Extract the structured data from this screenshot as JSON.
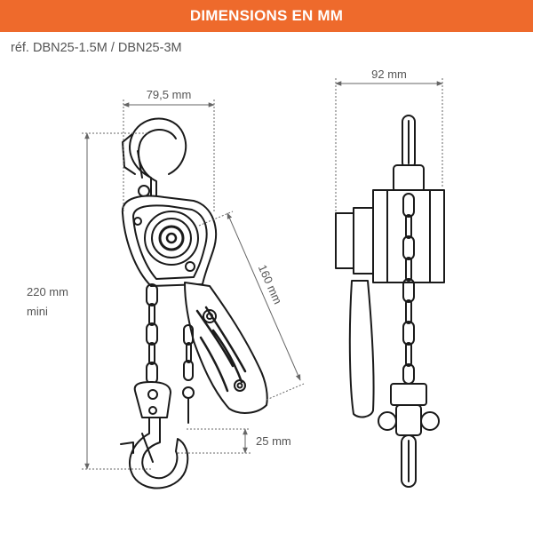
{
  "header": {
    "title": "DIMENSIONS EN MM"
  },
  "reference": "réf. DBN25-1.5M / DBN25-3M",
  "dimensions": {
    "width_side": "79,5 mm",
    "width_front": "92 mm",
    "height_line1": "220 mm",
    "height_line2": "mini",
    "lever": "160 mm",
    "hook": "25 mm"
  },
  "colors": {
    "banner": "#ee6a2c",
    "line": "#1a1a1a",
    "dim": "#666666"
  }
}
